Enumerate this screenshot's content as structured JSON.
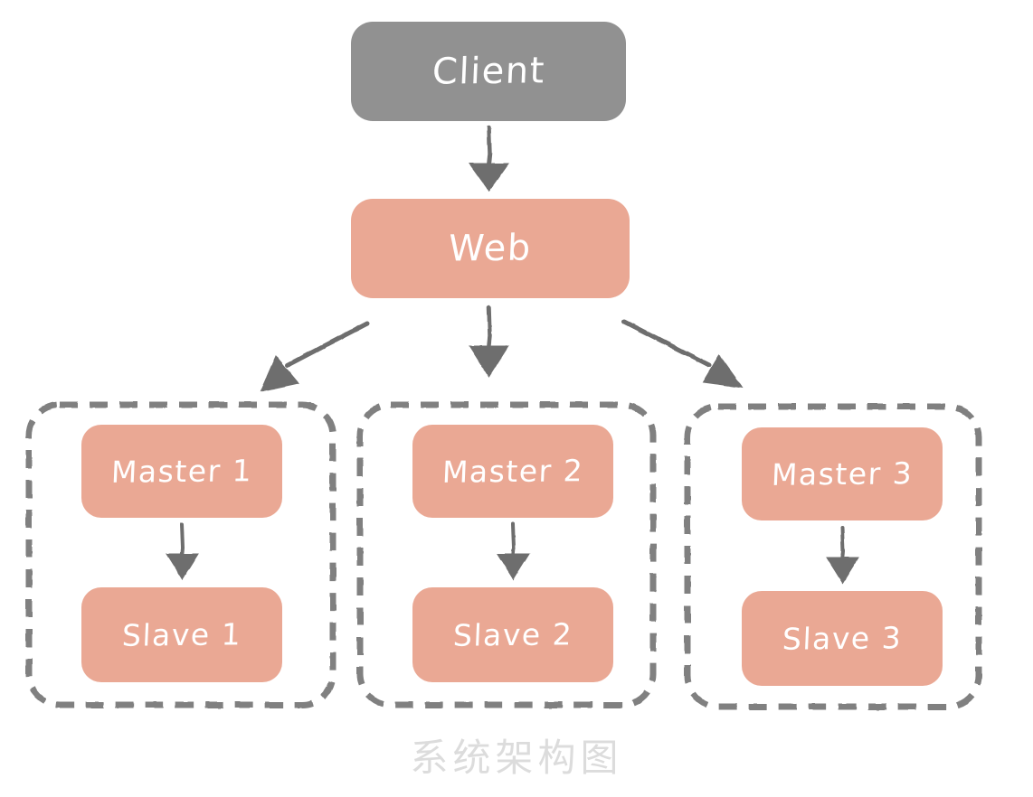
{
  "diagram": {
    "caption": "系统架构图",
    "colors": {
      "background": "#ffffff",
      "client_fill": "#919191",
      "service_fill": "#eaa894",
      "arrow": "#6e6e6e",
      "group_border": "#808080",
      "node_text": "#ffffff",
      "caption_text": "#dcdcdc"
    },
    "nodes": {
      "client": {
        "label": "Client",
        "type": "client"
      },
      "web": {
        "label": "Web",
        "type": "service"
      }
    },
    "groups": [
      {
        "name": "group-1",
        "master": {
          "label": "Master 1"
        },
        "slave": {
          "label": "Slave 1"
        }
      },
      {
        "name": "group-2",
        "master": {
          "label": "Master 2"
        },
        "slave": {
          "label": "Slave 2"
        }
      },
      {
        "name": "group-3",
        "master": {
          "label": "Master 3"
        },
        "slave": {
          "label": "Slave 3"
        }
      }
    ],
    "edges": [
      {
        "from": "Client",
        "to": "Web",
        "direction": "down"
      },
      {
        "from": "Web",
        "to": "Master 1",
        "direction": "down-left"
      },
      {
        "from": "Web",
        "to": "Master 2",
        "direction": "down"
      },
      {
        "from": "Web",
        "to": "Master 3",
        "direction": "down-right"
      },
      {
        "from": "Master 1",
        "to": "Slave 1",
        "direction": "down"
      },
      {
        "from": "Master 2",
        "to": "Slave 2",
        "direction": "down"
      },
      {
        "from": "Master 3",
        "to": "Slave 3",
        "direction": "down"
      }
    ]
  }
}
